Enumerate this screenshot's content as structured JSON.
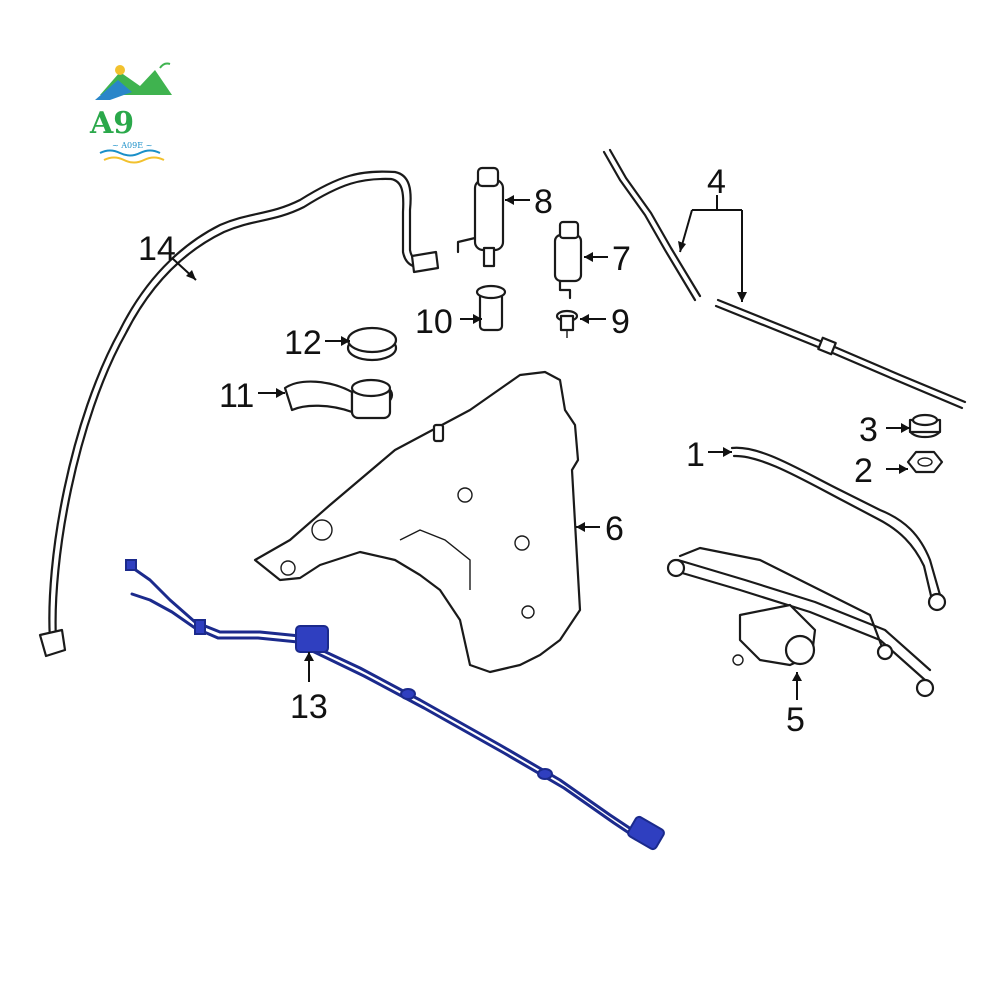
{
  "logo": {
    "mark": "A9",
    "subtitle": "~ A09E ~"
  },
  "callouts": [
    {
      "id": "1",
      "text": "1"
    },
    {
      "id": "2",
      "text": "2"
    },
    {
      "id": "3",
      "text": "3"
    },
    {
      "id": "4",
      "text": "4"
    },
    {
      "id": "5",
      "text": "5"
    },
    {
      "id": "6",
      "text": "6"
    },
    {
      "id": "7",
      "text": "7"
    },
    {
      "id": "8",
      "text": "8"
    },
    {
      "id": "9",
      "text": "9"
    },
    {
      "id": "10",
      "text": "10"
    },
    {
      "id": "11",
      "text": "11"
    },
    {
      "id": "12",
      "text": "12"
    },
    {
      "id": "13",
      "text": "13"
    },
    {
      "id": "14",
      "text": "14"
    }
  ],
  "colors": {
    "highlight": "#2f3fc0",
    "line": "#1a1a1a",
    "logo_green": "#2aa84a",
    "logo_blue": "#1a8fc8"
  }
}
